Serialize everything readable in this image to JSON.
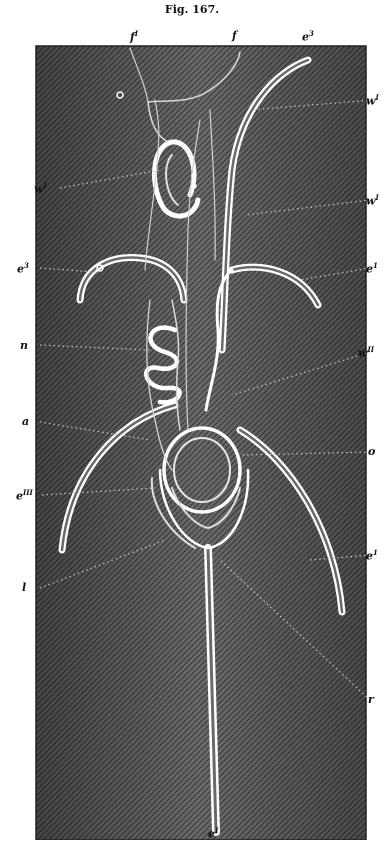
{
  "figure": {
    "title": "Fig. 167.",
    "labels": {
      "f_prime": "f",
      "f_prime_sup": "I",
      "f": "f",
      "e3_top": "e",
      "e3_top_sup": "3",
      "w_upper_right": "w",
      "w_upper_right_sup": "I",
      "w_left": "w",
      "w_left_sup": "I",
      "w_mid_right": "w",
      "w_mid_right_sup": "I",
      "e3_left": "e",
      "e3_left_sup": "3",
      "e1_right": "e",
      "e1_right_sup": "1",
      "n": "n",
      "w_lower_right": "w",
      "w_lower_right_sup": "II",
      "a": "a",
      "o": "o",
      "e_left_lower": "e",
      "e_left_lower_sup": "III",
      "e1_lower_right": "e",
      "e1_lower_right_sup": "1",
      "l": "l",
      "r": "r",
      "e_bottom": "e",
      "e_bottom_sup": "I"
    }
  }
}
